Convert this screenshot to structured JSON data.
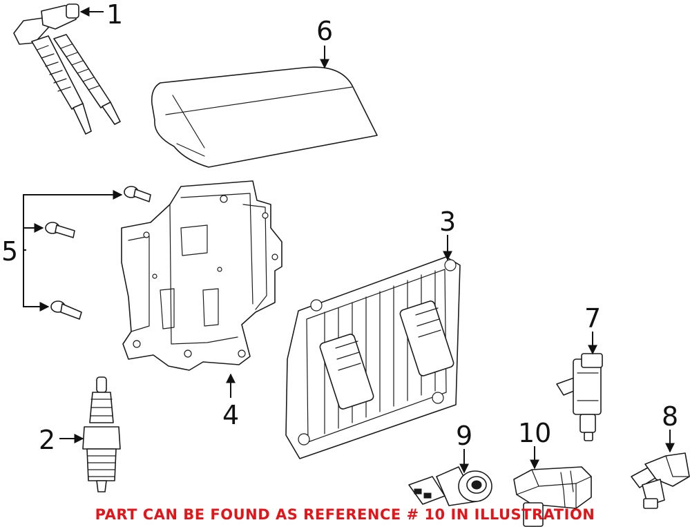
{
  "callouts": [
    {
      "id": "1",
      "label": "1"
    },
    {
      "id": "2",
      "label": "2"
    },
    {
      "id": "3",
      "label": "3"
    },
    {
      "id": "4",
      "label": "4"
    },
    {
      "id": "5",
      "label": "5"
    },
    {
      "id": "6",
      "label": "6"
    },
    {
      "id": "7",
      "label": "7"
    },
    {
      "id": "8",
      "label": "8"
    },
    {
      "id": "9",
      "label": "9"
    },
    {
      "id": "10",
      "label": "10"
    }
  ],
  "caption": "PART CAN BE FOUND AS REFERENCE # 10 IN ILLUSTRATION",
  "colors": {
    "caption": "#e0161b",
    "lines": "#1a1a1a",
    "background": "#ffffff"
  }
}
